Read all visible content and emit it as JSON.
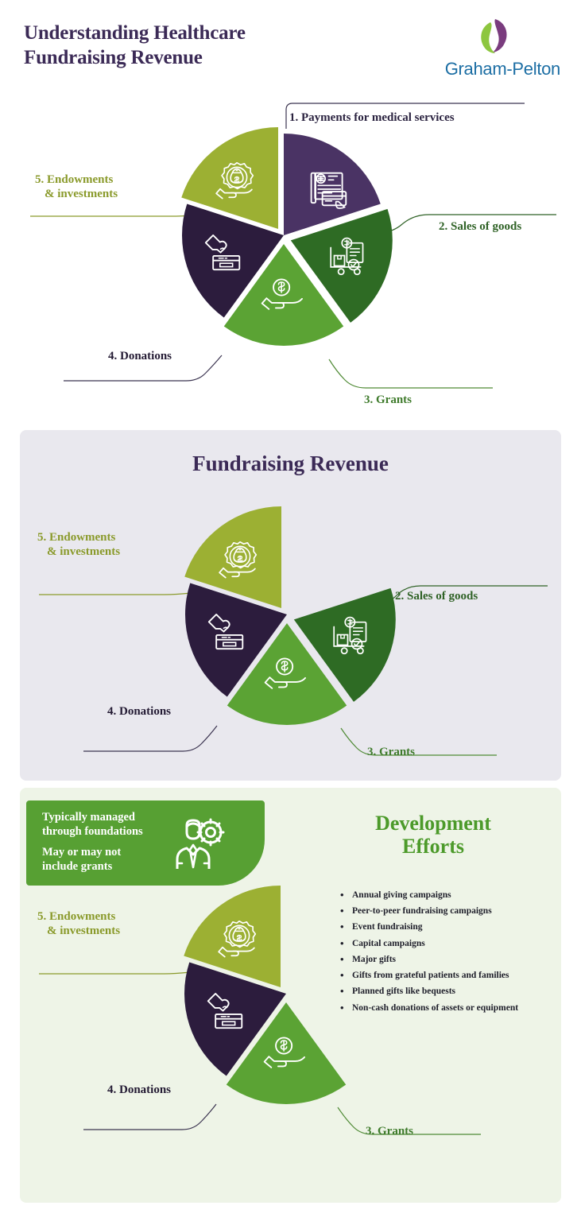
{
  "header": {
    "title_line1": "Understanding Healthcare",
    "title_line2": "Fundraising Revenue",
    "logo_wordmark": "Graham-Pelton",
    "logo_icon": "graham-pelton-swirl-icon",
    "brand_blue": "#1c6ea4",
    "brand_purple": "#7a3c7e",
    "brand_green": "#8dc63f"
  },
  "palette": {
    "segment1_purple": "#4a3364",
    "segment2_dark_green": "#2e6b24",
    "segment3_green": "#5ba334",
    "segment4_dark_plum": "#2c1c3d",
    "segment5_olive": "#9cb033",
    "panel2_bg": "#e9e8ee",
    "panel3_bg": "#eef4e7",
    "callout_green": "#57a033",
    "title_purple": "#3b2a56"
  },
  "chart_data": {
    "type": "pie",
    "title": "Understanding Healthcare Fundraising Revenue",
    "categories": [
      "1. Payments for medical services",
      "2. Sales of goods",
      "3. Grants",
      "4. Donations",
      "5. Endowments & investments"
    ],
    "values": [
      20,
      20,
      20,
      20,
      20
    ],
    "colors": [
      "#4a3364",
      "#2e6b24",
      "#5ba334",
      "#2c1c3d",
      "#9cb033"
    ],
    "legend": "callout labels with leader lines",
    "note": "Five equal wedges; panel 2 omits wedge 1; panel 3 omits wedges 1 and 2"
  },
  "panel1": {
    "segments": [
      {
        "num": "1.",
        "label": "1. Payments for medical services",
        "icon": "medical-bill-card-icon",
        "color": "#4a3364"
      },
      {
        "num": "2.",
        "label": "2. Sales of goods",
        "icon": "delivery-cart-dollar-icon",
        "color": "#2e6b24"
      },
      {
        "num": "3.",
        "label": "3. Grants",
        "icon": "hand-holding-coin-icon",
        "color": "#5ba334"
      },
      {
        "num": "4.",
        "label": "4. Donations",
        "icon": "hand-dropping-card-donation-box-icon",
        "color": "#2c1c3d"
      },
      {
        "num": "5.",
        "label_line1": "5. Endowments",
        "label_line2": "& investments",
        "icon": "money-bag-gear-hand-icon",
        "color": "#9cb033"
      }
    ]
  },
  "panel2": {
    "heading": "Fundraising Revenue",
    "segments": [
      {
        "label": "2. Sales of goods",
        "icon": "delivery-cart-dollar-icon",
        "color": "#2e6b24"
      },
      {
        "label": "3. Grants",
        "icon": "hand-holding-coin-icon",
        "color": "#5ba334"
      },
      {
        "label": "4. Donations",
        "icon": "hand-dropping-card-donation-box-icon",
        "color": "#2c1c3d"
      },
      {
        "label_line1": "5. Endowments",
        "label_line2": "& investments",
        "icon": "money-bag-gear-hand-icon",
        "color": "#9cb033"
      }
    ]
  },
  "panel3": {
    "callout": {
      "line1": "Typically managed",
      "line2": "through foundations",
      "line3": "May or may not",
      "line4": "include grants",
      "icon": "person-gear-icon"
    },
    "dev_title_line1": "Development",
    "dev_title_line2": "Efforts",
    "bullets": [
      "Annual giving campaigns",
      "Peer-to-peer fundraising campaigns",
      "Event fundraising",
      "Capital campaigns",
      "Major gifts",
      "Gifts from grateful patients and families",
      "Planned gifts like bequests",
      "Non-cash donations of assets or equipment"
    ],
    "segments": [
      {
        "label": "3. Grants",
        "icon": "hand-holding-coin-icon",
        "color": "#5ba334"
      },
      {
        "label": "4. Donations",
        "icon": "hand-dropping-card-donation-box-icon",
        "color": "#2c1c3d"
      },
      {
        "label_line1": "5. Endowments",
        "label_line2": "& investments",
        "icon": "money-bag-gear-hand-icon",
        "color": "#9cb033"
      }
    ]
  }
}
